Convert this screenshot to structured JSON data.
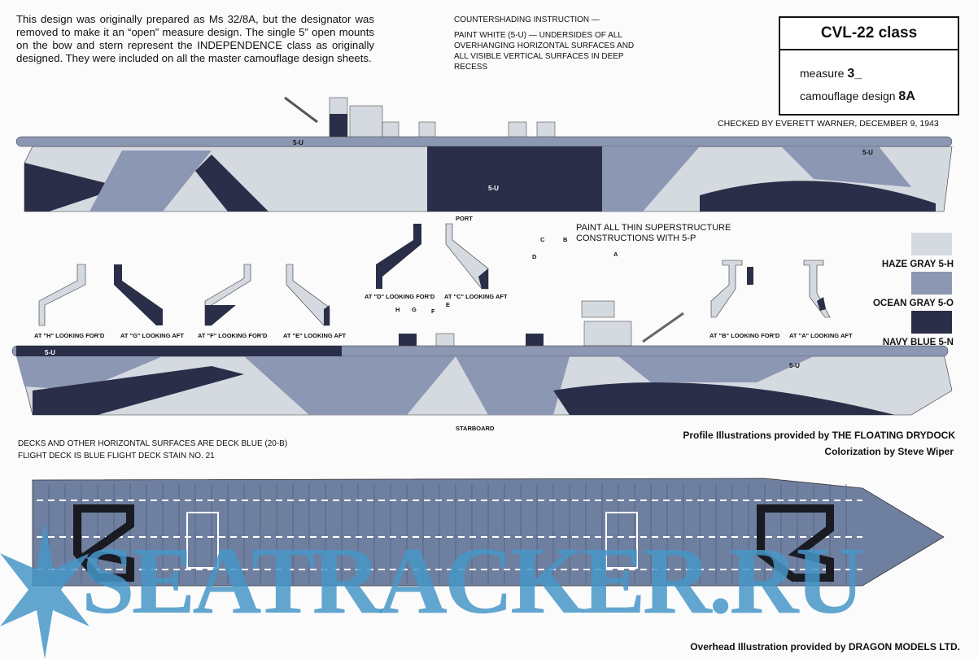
{
  "intro_text": "This design was originally prepared as Ms 32/8A, but the designator was removed to make it an “open” measure design. The single 5” open mounts on the bow and stern represent the INDEPENDENCE class as originally designed. They were included on all the master camouflage design sheets.",
  "countershading": {
    "title": "COUNTERSHADING INSTRUCTION —",
    "body": "PAINT WHITE (5-U) — UNDERSIDES OF ALL OVERHANGING HORIZONTAL SURFACES AND ALL VISIBLE VERTICAL SURFACES IN DEEP RECESS"
  },
  "title_box": {
    "class_name": "CVL-22 class",
    "measure_label": "measure",
    "measure_value": "3_",
    "design_label": "camouflage design",
    "design_value": "8A"
  },
  "checked_by": "CHECKED BY EVERETT WARNER, DECEMBER 9, 1943",
  "paint_labels": {
    "white": "5-U"
  },
  "views": {
    "port": "PORT",
    "starboard": "STARBOARD"
  },
  "thin_superstructure_note": "PAINT ALL THIN SUPERSTRUCTURE CONSTRUCTIONS WITH 5-P",
  "section_markers": [
    "A",
    "B",
    "C",
    "D",
    "E",
    "F",
    "G",
    "H"
  ],
  "stack_sections": [
    "AT \"H\" LOOKING FOR'D",
    "AT \"G\" LOOKING AFT",
    "AT \"F\" LOOKING FOR'D",
    "AT \"E\" LOOKING AFT",
    "AT \"D\" LOOKING FOR'D",
    "AT \"C\" LOOKING AFT",
    "AT \"B\" LOOKING FOR'D",
    "AT \"A\" LOOKING AFT"
  ],
  "legend": [
    {
      "label": "HAZE GRAY  5-H",
      "color": "#d5d9e0"
    },
    {
      "label": "OCEAN GRAY  5-O",
      "color": "#8c97b3"
    },
    {
      "label": "NAVY BLUE  5-N",
      "color": "#2a2e48"
    }
  ],
  "decks_note": [
    "DECKS AND OTHER HORIZONTAL SURFACES ARE DECK BLUE (20-B)",
    "FLIGHT DECK IS BLUE FLIGHT DECK STAIN NO. 21"
  ],
  "credits": {
    "profile": "Profile Illustrations provided by THE FLOATING DRYDOCK",
    "colorization": "Colorization by Steve Wiper",
    "overhead": "Overhead Illustration provided by DRAGON MODELS LTD."
  },
  "watermark": "SEATRACKER.RU",
  "colors": {
    "deck_blue": "#6f7fa0",
    "watermark": "#4696c8"
  }
}
